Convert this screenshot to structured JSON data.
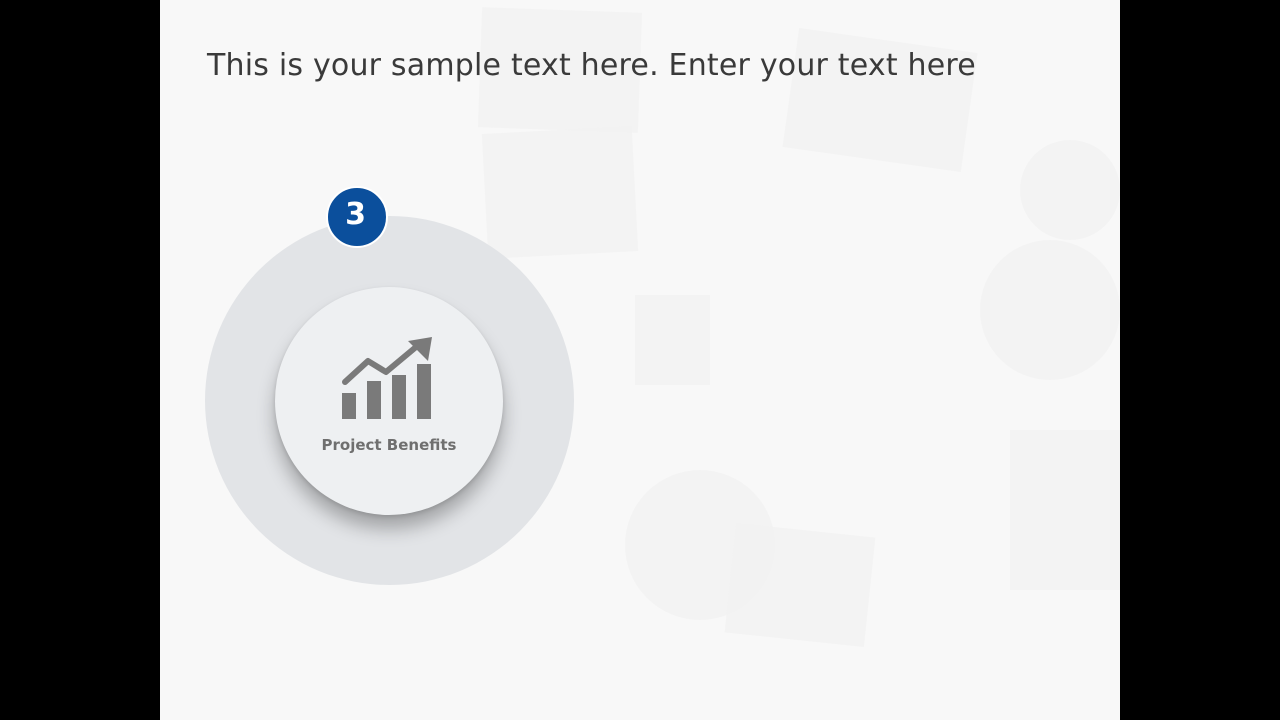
{
  "slide": {
    "title": "This is your sample text here. Enter your text here",
    "center_label": "Project Benefits",
    "center_icon": "growth-chart-icon",
    "step_badge": {
      "number": "3",
      "color": "#0b4f9c"
    }
  },
  "colors": {
    "outer_ring": "#e2e4e7",
    "inner_disc": "#eef0f2",
    "icon": "#7a7a7a",
    "title_text": "#3a3a3a"
  }
}
